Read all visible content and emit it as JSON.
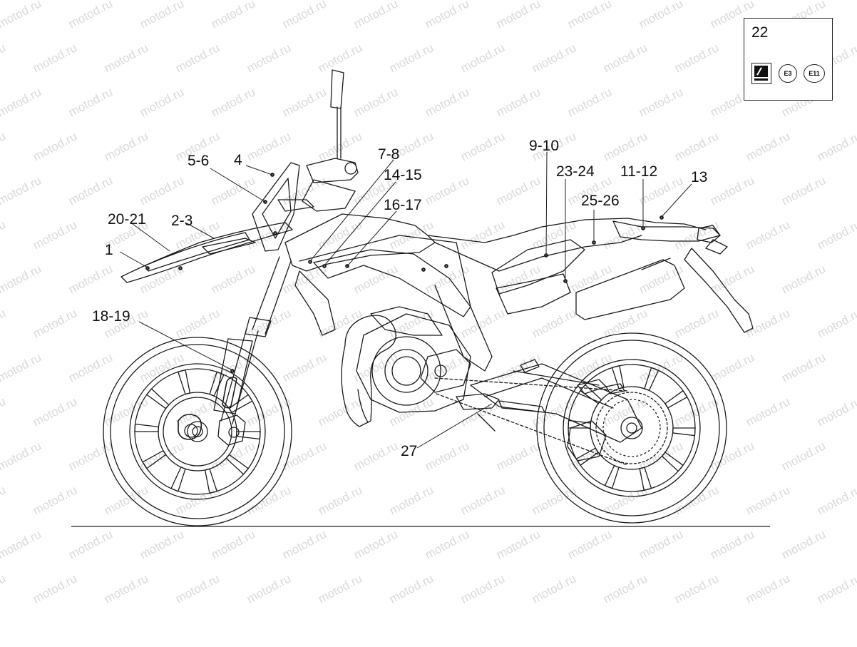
{
  "watermark": "motod.ru",
  "callouts": [
    {
      "id": "c1",
      "label": "1"
    },
    {
      "id": "c20-21",
      "label": "20-21"
    },
    {
      "id": "c2-3",
      "label": "2-3"
    },
    {
      "id": "c5-6",
      "label": "5-6"
    },
    {
      "id": "c4",
      "label": "4"
    },
    {
      "id": "c7-8",
      "label": "7-8"
    },
    {
      "id": "c14-15",
      "label": "14-15"
    },
    {
      "id": "c16-17",
      "label": "16-17"
    },
    {
      "id": "c9-10",
      "label": "9-10"
    },
    {
      "id": "c23-24",
      "label": "23-24"
    },
    {
      "id": "c11-12",
      "label": "11-12"
    },
    {
      "id": "c13",
      "label": "13"
    },
    {
      "id": "c25-26",
      "label": "25-26"
    },
    {
      "id": "c18-19",
      "label": "18-19"
    },
    {
      "id": "c27",
      "label": "27"
    }
  ],
  "legend": {
    "number": "22",
    "marks": [
      "E3",
      "E11"
    ]
  }
}
